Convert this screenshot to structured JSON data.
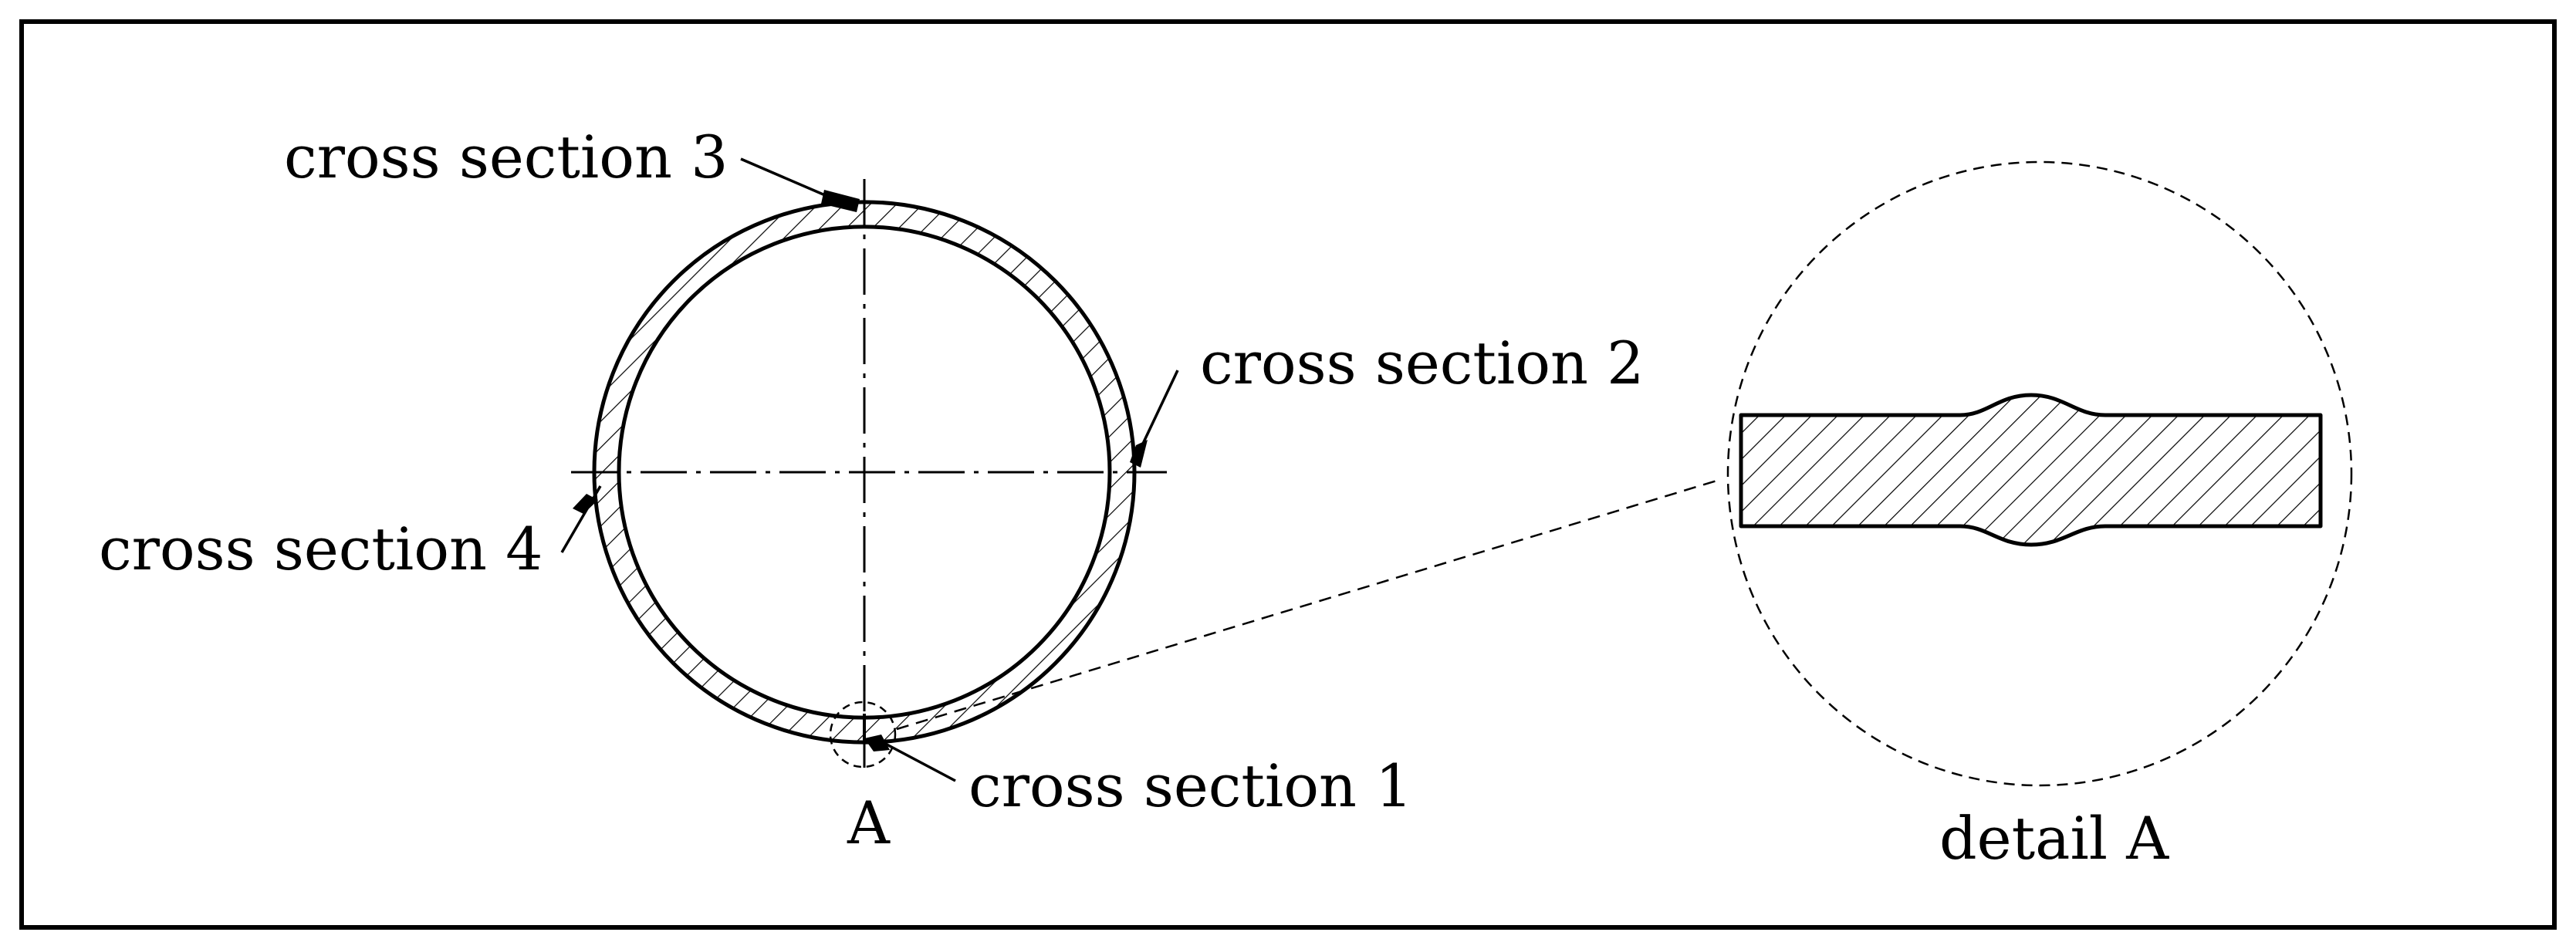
{
  "labels": {
    "cross_section_1": "cross section 1",
    "cross_section_2": "cross section 2",
    "cross_section_3": "cross section 3",
    "cross_section_4": "cross section 4",
    "detail_marker": "A",
    "detail_caption": "detail A"
  },
  "colors": {
    "line": "#000000",
    "background": "#ffffff"
  }
}
